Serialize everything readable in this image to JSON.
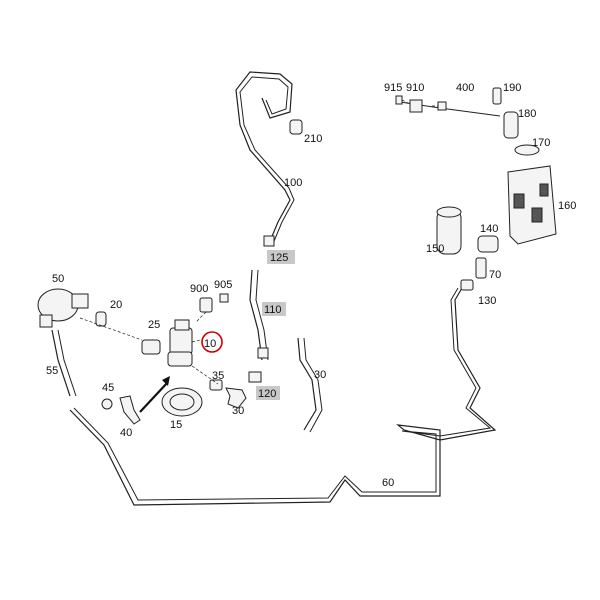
{
  "diagram": {
    "highlight_color": "#cc0000",
    "label_box_color": "#c8c8c8",
    "labels": {
      "l10": "10",
      "l15": "15",
      "l20": "20",
      "l25": "25",
      "l30a": "30",
      "l30b": "30",
      "l35": "35",
      "l40": "40",
      "l45": "45",
      "l50": "50",
      "l55": "55",
      "l60": "60",
      "l70": "70",
      "l100": "100",
      "l110": "110",
      "l120": "120",
      "l125": "125",
      "l130": "130",
      "l140": "140",
      "l150": "150",
      "l160": "160",
      "l170": "170",
      "l180": "180",
      "l190": "190",
      "l210": "210",
      "l400": "400",
      "l900": "900",
      "l905": "905",
      "l910": "910",
      "l915": "915"
    }
  }
}
